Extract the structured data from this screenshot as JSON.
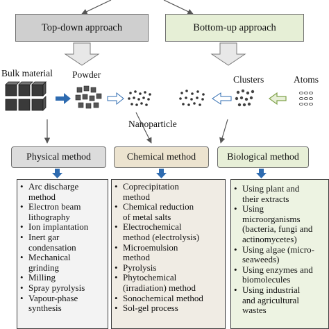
{
  "approaches": {
    "top_down": "Top-down approach",
    "bottom_up": "Bottom-up approach"
  },
  "stages": {
    "bulk": "Bulk material",
    "powder": "Powder",
    "nanoparticle": "Nanoparticle",
    "clusters": "Clusters",
    "atoms": "Atoms"
  },
  "methods": {
    "physical": {
      "title": "Physical method",
      "items": [
        "Arc discharge\nmethod",
        "Electron beam\nlithography",
        "Ion implantation",
        "Inert gar\ncondensation",
        "Mechanical\ngrinding",
        "Milling",
        "Spray pyrolysis",
        "Vapour-phase\nsynthesis"
      ]
    },
    "chemical": {
      "title": "Chemical method",
      "items": [
        "Coprecipitation\nmethod",
        "Chemical reduction\nof metal salts",
        "Electrochemical\nmethod (electrolysis)",
        "Microemulsion\nmethod",
        "Pyrolysis",
        "Phytochemical\n(irradiation) method",
        "Sonochemical method",
        "Sol-gel process"
      ]
    },
    "biological": {
      "title": "Biological method",
      "items": [
        "Using plant and\ntheir extracts",
        "Using\nmicroorganisms\n(bacteria, fungi and\nactinomycetes)",
        "Using algae (micro-\nseaweeds)",
        "Using enzymes and\nbiomolecules",
        "Using industrial\nand agricultural\nwastes"
      ]
    }
  },
  "colors": {
    "top_down_fill": "#cfcfcf",
    "bottom_up_fill": "#e6efd6",
    "physical_fill": "#dcdcdc",
    "chemical_fill": "#ece3cf",
    "biological_fill": "#e7efd7",
    "physical_list_fill": "#f3f3f3",
    "chemical_list_fill": "#f0ece4",
    "biological_list_fill": "#edf3e2",
    "arrow_blue": "#2e6bb0",
    "arrow_green": "#7fa24a",
    "cube_dark": "#3a3a3a"
  }
}
